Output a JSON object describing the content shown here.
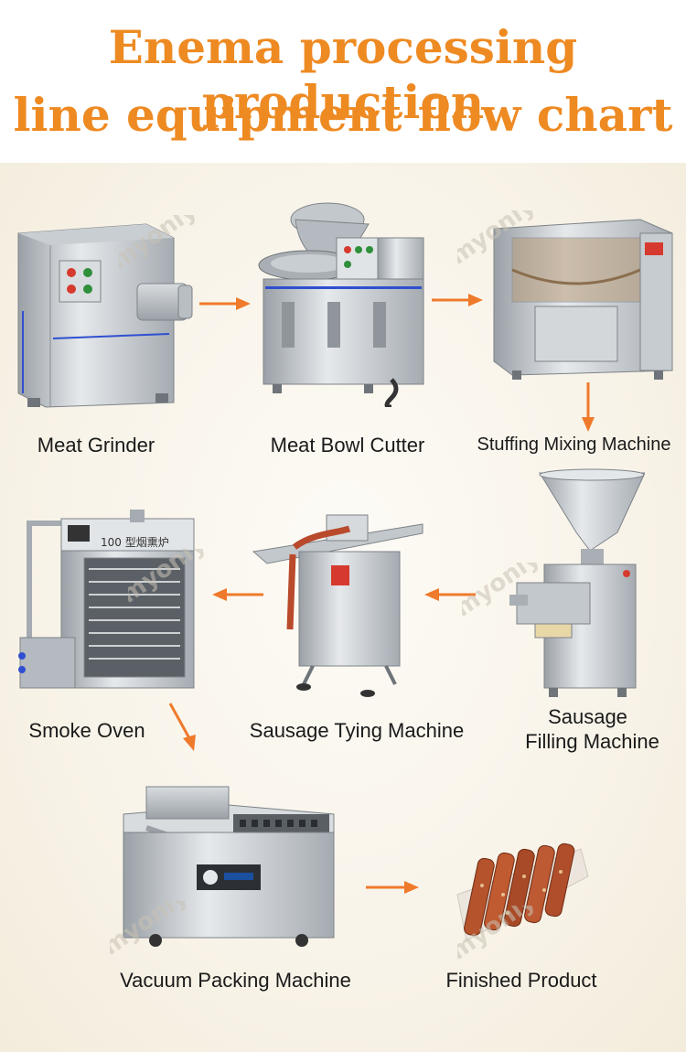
{
  "title": {
    "line1": "Enema processing production",
    "line2": "line equipment flow chart"
  },
  "watermark": "myonly",
  "colors": {
    "title": "#ee8a22",
    "arrow": "#ef7a2b",
    "background": "#f8f3e8"
  },
  "steps": [
    {
      "label": "Meat Grinder",
      "icon": "meat-grinder"
    },
    {
      "label": "Meat Bowl Cutter",
      "icon": "bowl-cutter"
    },
    {
      "label": "Stuffing Mixing Machine",
      "icon": "mixer"
    },
    {
      "label_line1": "Sausage",
      "label_line2": "Filling Machine",
      "icon": "sausage-filler"
    },
    {
      "label": "Sausage Tying Machine",
      "icon": "tying-machine"
    },
    {
      "label": "Smoke Oven",
      "icon": "smoke-oven",
      "panel_text": "100 型烟熏炉"
    },
    {
      "label": "Vacuum Packing Machine",
      "icon": "vacuum-packer"
    },
    {
      "label": "Finished Product",
      "icon": "packaged-sausages"
    }
  ]
}
